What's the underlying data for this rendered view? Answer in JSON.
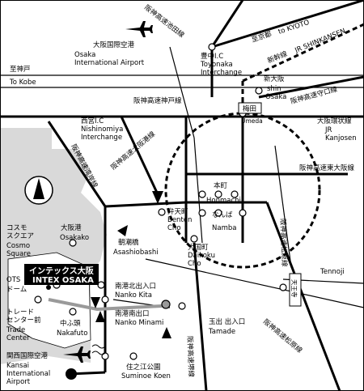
{
  "highways": {
    "ikeda": "阪神高速池田線",
    "kobe": "阪神高速神戸線",
    "wangan": "阪神高速湾岸線",
    "sakai": "阪神高速堺線",
    "matsubara": "阪神高速松原線",
    "higashi_osaka": "阪神高速東大阪線",
    "moriguchi": "阪神高速守口線",
    "osaka_kobe_line": "阪神高速大阪港線"
  },
  "places": {
    "osaka_airport_ja": "大阪国際空港",
    "osaka_airport_en1": "Osaka",
    "osaka_airport_en2": "International Airport",
    "toyonaka_ja": "豊中I.C",
    "toyonaka_en1": "Toyonaka",
    "toyonaka_en2": "Interchange",
    "to_kyoto_ja": "至京都",
    "to_kyoto_en": "to KYOTO",
    "shinkansen_ja": "新幹線",
    "shinkansen_en": "JR SHINKANSEN",
    "to_kobe_ja": "至神戸",
    "to_kobe_en": "To Kobe",
    "shin_osaka_ja": "新大阪",
    "shin_osaka_en1": "shin",
    "shin_osaka_en2": "Osaka",
    "umeda_ja": "梅田",
    "umeda_en": "Umeda",
    "nishinomiya_ja": "西宮I.C",
    "nishinomiya_en1": "Nishinomiya",
    "nishinomiya_en2": "Interchange",
    "kanjosen_ja": "大阪環状線",
    "kanjosen_en1": "JR",
    "kanjosen_en2": "Kanjosen",
    "honmachi_ja": "本町",
    "honmachi_en": "Honmachi",
    "namba_ja": "なんば",
    "namba_en": "Namba",
    "benten_ja": "弁天町",
    "benten_en1": "Benten",
    "benten_en2": "Cho",
    "osakako_ja": "大阪港",
    "osakako_en": "Osakako",
    "asashiobashi_ja": "朝潮橋",
    "asashiobashi_en": "Asashiobashi",
    "cosmo_ja1": "コスモ",
    "cosmo_ja2": "スクエア",
    "cosmo_en1": "Cosmo",
    "cosmo_en2": "Square",
    "intex_ja": "インテックス大阪",
    "intex_en": "INTEX OSAKA",
    "ots_ja1": "OTS",
    "ots_ja2": "ドーム",
    "daikoku_ja": "大国町",
    "daikoku_en1": "Daikoku",
    "daikoku_en2": "Cho",
    "tennoji_ja": "天王寺",
    "tennoji_en": "Tennoji",
    "nanko_kita_ja": "南港北出入口",
    "nanko_kita_en": "Nanko Kita",
    "trade_ja": "トレード",
    "trade_ja2": "センター前",
    "trade_en1": "Trade",
    "trade_en2": "Center",
    "nanko_minami_ja": "南港南出口",
    "nanko_minami_en": "Nanko Minami",
    "nakafuto_ja": "中ふ頭",
    "nakafuto_en": "Nakafuto",
    "tamade_ja": "玉出 出入口",
    "tamade_en": "Tamade",
    "kansai_ja": "関西国際空港",
    "kansai_en1": "Kansai",
    "kansai_en2": "International",
    "kansai_en3": "Airport",
    "suminoe_ja": "住之江公園",
    "suminoe_en": "Suminoe Koen"
  },
  "colors": {
    "sea": "#d9d9d9",
    "highway": "#000000",
    "intex_box": "#000000",
    "route_gray": "#9a9a9a"
  }
}
